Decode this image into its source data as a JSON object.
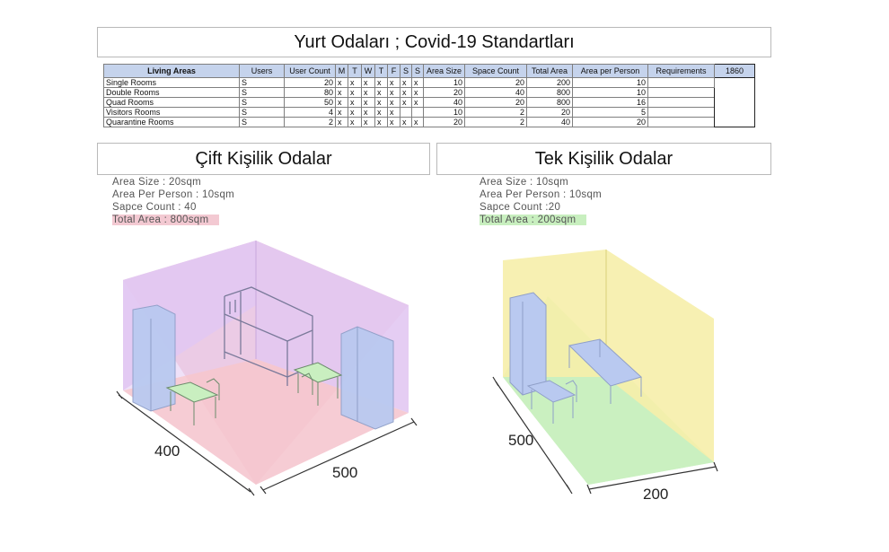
{
  "main_title": "Yurt Odaları ; Covid-19 Standartları",
  "table": {
    "headers": [
      "Living Areas",
      "Users",
      "User Count",
      "M",
      "T",
      "W",
      "T",
      "F",
      "S",
      "S",
      "Area Size",
      "Space Count",
      "Total Area",
      "Area per Person",
      "Requirements"
    ],
    "grand_total": "1860",
    "rows": [
      {
        "name": "Single Rooms",
        "users": "S",
        "count": "20",
        "marks": [
          "x",
          "x",
          "x",
          "x",
          "x",
          "x",
          "x"
        ],
        "area_size": "10",
        "space_count": "20",
        "total_area": "200",
        "per_person": "10"
      },
      {
        "name": "Double Rooms",
        "users": "S",
        "count": "80",
        "marks": [
          "x",
          "x",
          "x",
          "x",
          "x",
          "x",
          "x"
        ],
        "area_size": "20",
        "space_count": "40",
        "total_area": "800",
        "per_person": "10"
      },
      {
        "name": "Quad Rooms",
        "users": "S",
        "count": "50",
        "marks": [
          "x",
          "x",
          "x",
          "x",
          "x",
          "x",
          "x"
        ],
        "area_size": "40",
        "space_count": "20",
        "total_area": "800",
        "per_person": "16"
      },
      {
        "name": "Visitors Rooms",
        "users": "S",
        "count": "4",
        "marks": [
          "x",
          "x",
          "x",
          "x",
          "x",
          "",
          ""
        ],
        "area_size": "10",
        "space_count": "2",
        "total_area": "20",
        "per_person": "5"
      },
      {
        "name": "Quarantine Rooms",
        "users": "S",
        "count": "2",
        "marks": [
          "x",
          "x",
          "x",
          "x",
          "x",
          "x",
          "x"
        ],
        "area_size": "20",
        "space_count": "2",
        "total_area": "40",
        "per_person": "20"
      }
    ]
  },
  "double_room": {
    "title": "Çift Kişilik Odalar",
    "area_size": "Area Size : 20sqm",
    "area_per_person": "Area Per Person : 10sqm",
    "space_count": "Sapce Count : 40",
    "total_area": "Total Area : 800sqm",
    "dim_depth": "400",
    "dim_width": "500"
  },
  "single_room": {
    "title": "Tek Kişilik Odalar",
    "area_size": "Area Size : 10sqm",
    "area_per_person": "Area Per Person : 10sqm",
    "space_count": "Sapce Count :20",
    "total_area": "Total Area : 200sqm",
    "dim_depth": "500",
    "dim_width": "200"
  },
  "colors": {
    "header_blue": "#c5d3ec",
    "double_wall": "#e2c8f2",
    "double_floor": "#f5c6cf",
    "single_wall": "#f6eeaa",
    "single_floor": "#c9efc0",
    "wardrobe": "#b9c9f0",
    "desk": "#c9efc0"
  }
}
